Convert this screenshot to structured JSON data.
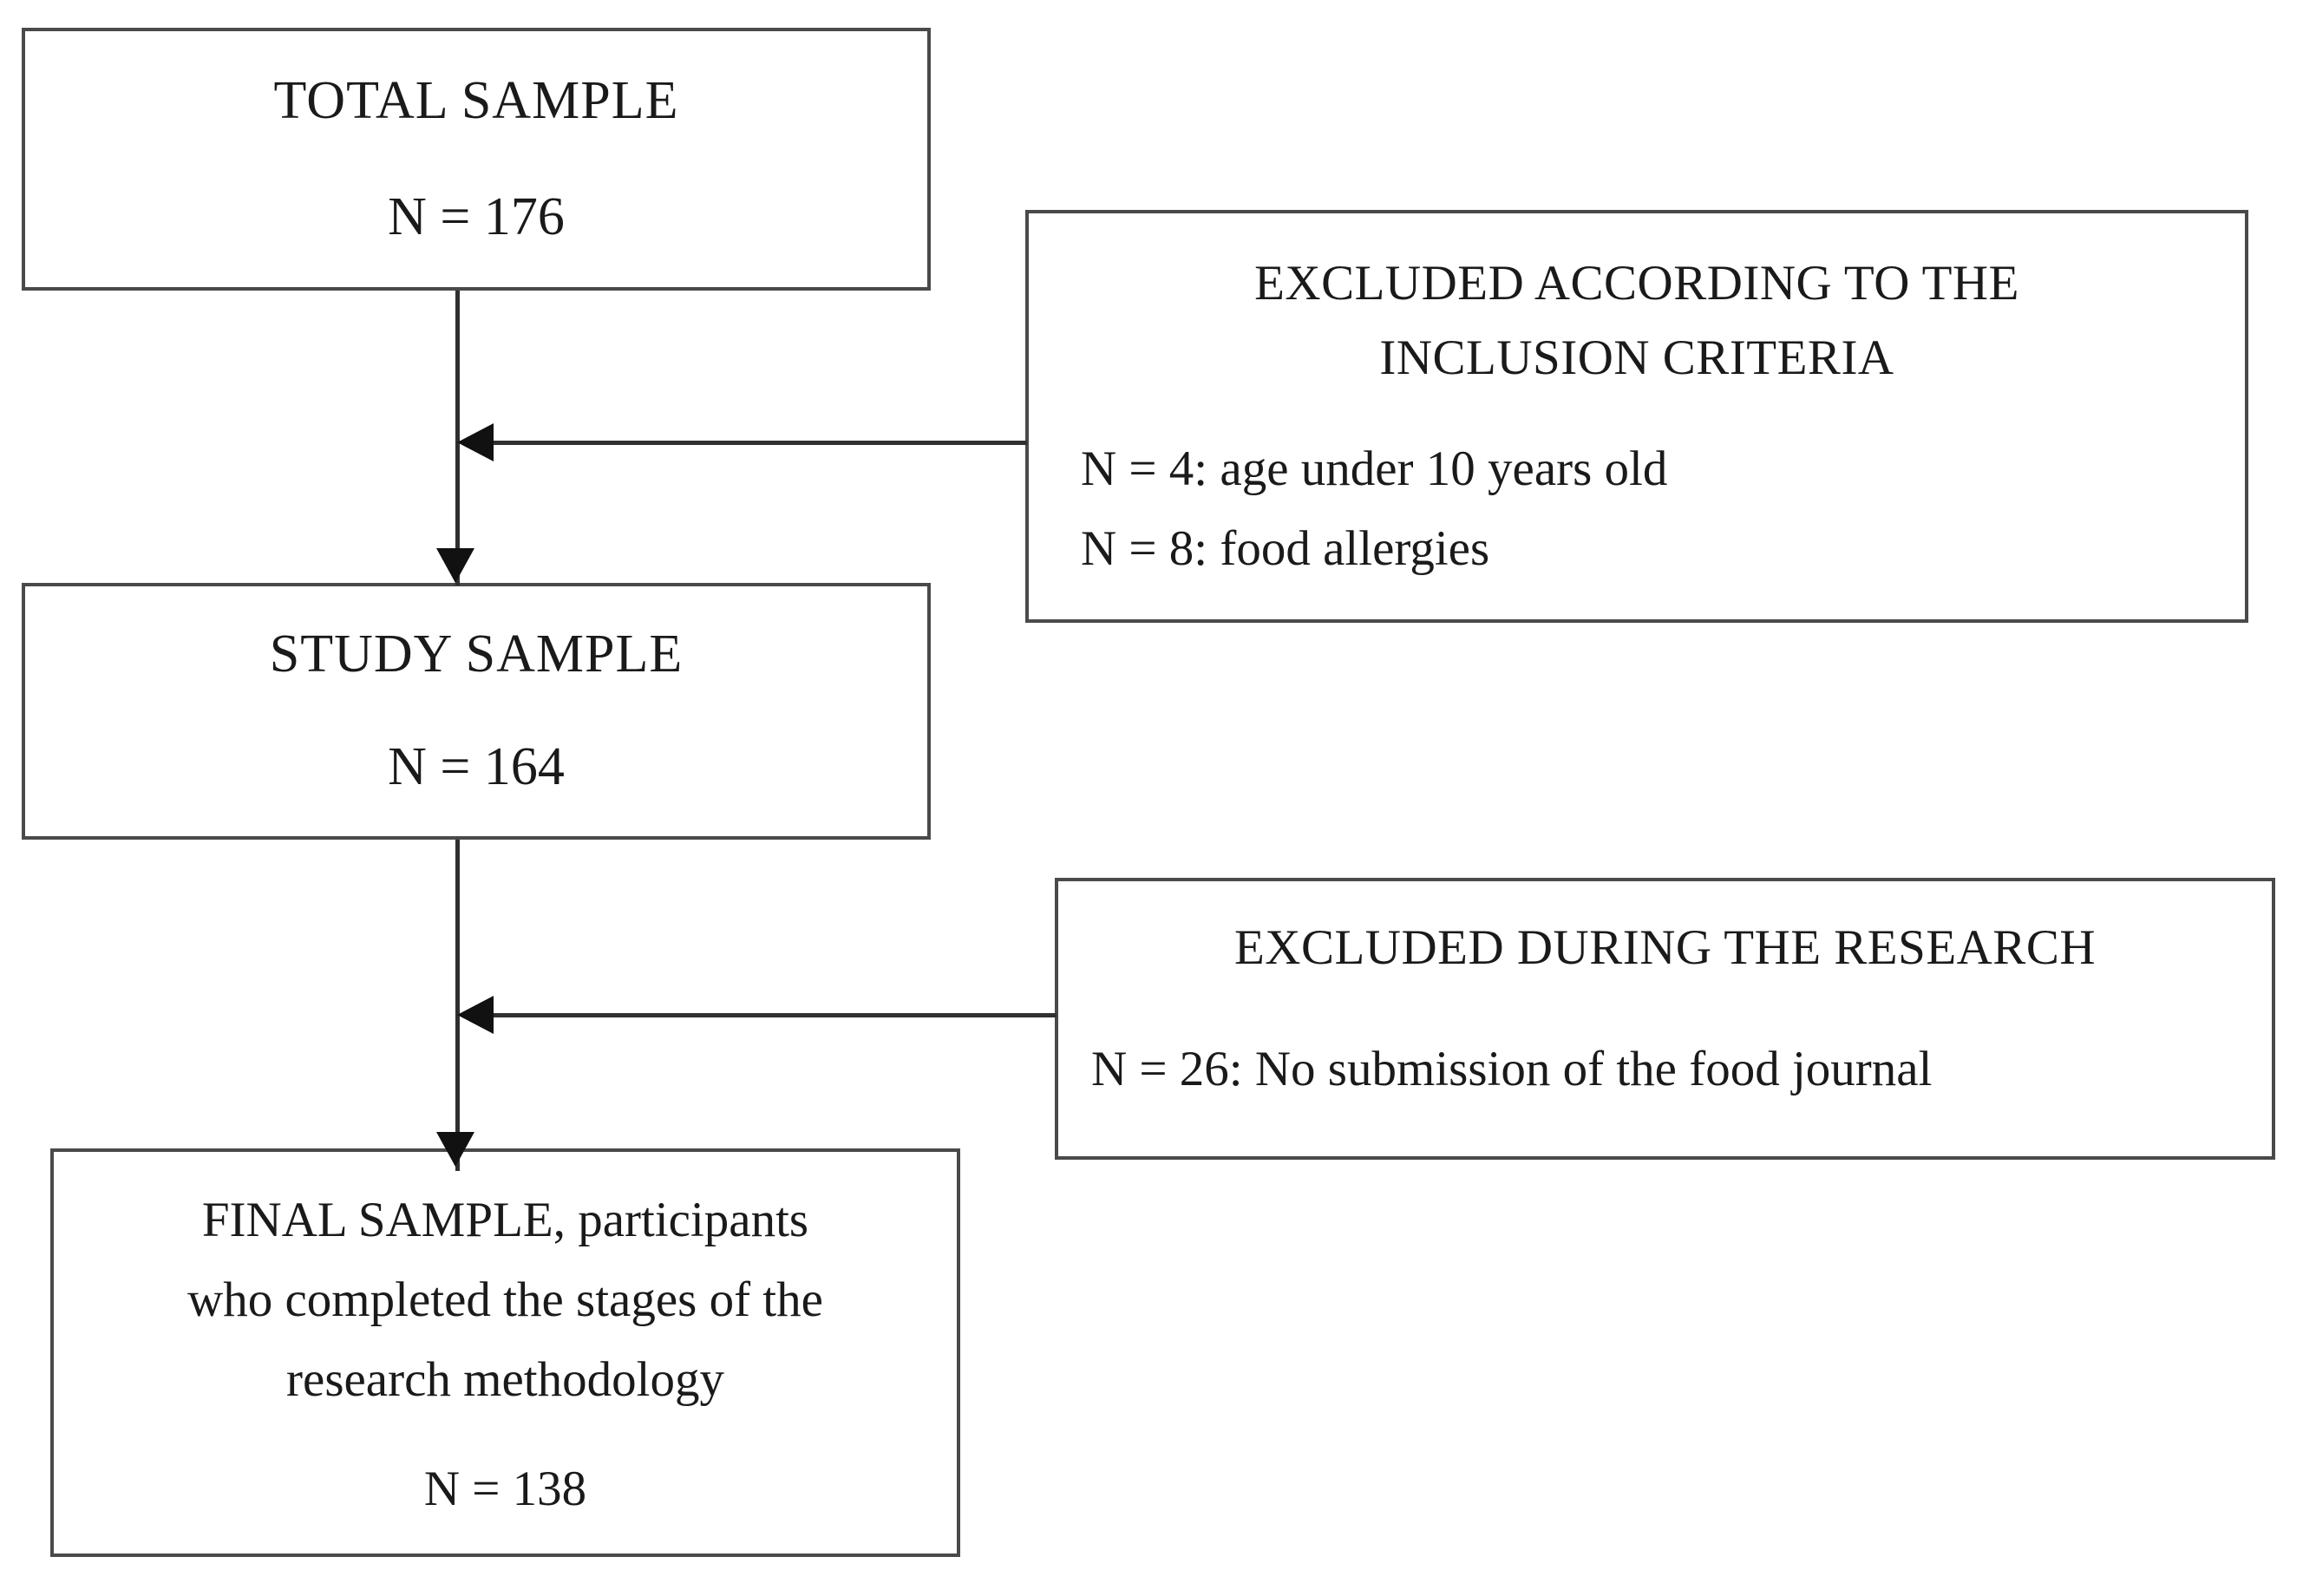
{
  "figure": {
    "type": "participant-flow-diagram",
    "stroke_color": "#4a4a4a",
    "connector_color": "#303030",
    "background": "#ffffff"
  },
  "nodes": {
    "total_sample": {
      "title": "TOTAL SAMPLE",
      "count": "N = 176"
    },
    "study_sample": {
      "title": "STUDY SAMPLE",
      "count": "N = 164"
    },
    "excluded_criteria": {
      "title_line1": "EXCLUDED ACCORDING TO THE",
      "title_line2": "INCLUSION CRITERIA",
      "detail_line1": "N = 4: age under 10 years old",
      "detail_line2": "N = 8: food allergies"
    },
    "excluded_research": {
      "title": "EXCLUDED DURING THE RESEARCH",
      "detail_line1": "N = 26: No submission of the food journal"
    },
    "final_sample": {
      "line1": "FINAL SAMPLE, participants",
      "line2": "who completed the stages of the",
      "line3": "research methodology",
      "count": "N = 138"
    }
  },
  "connectors": {
    "total_to_study": "arrow-down",
    "study_to_final": "arrow-down",
    "criteria_to_flow": "arrow-left",
    "research_to_flow": "arrow-left"
  }
}
